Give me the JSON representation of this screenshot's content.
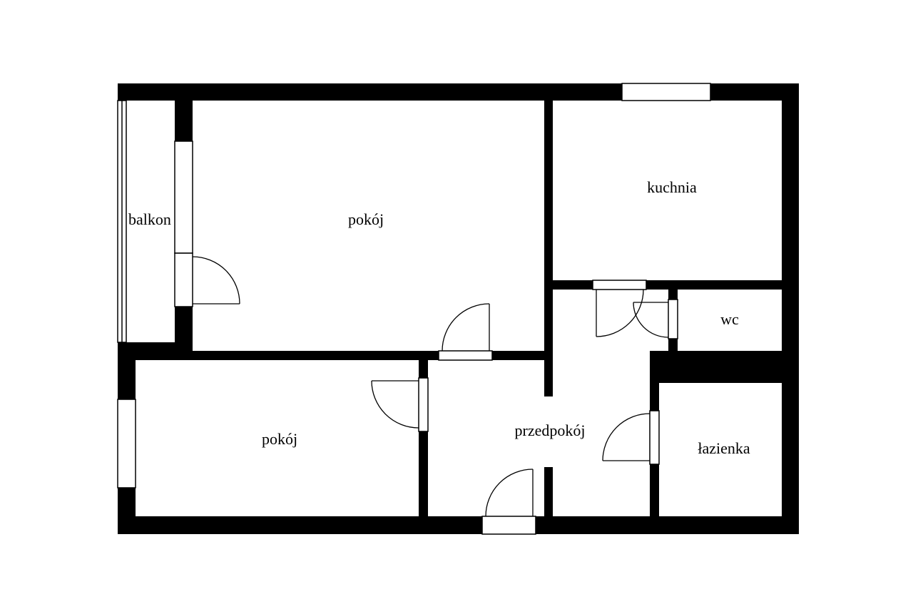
{
  "floor_plan": {
    "colors": {
      "walls": "#000000",
      "background": "#ffffff"
    },
    "rooms": {
      "balkon": "balkon",
      "pokoj_upper": "pokój",
      "kuchnia": "kuchnia",
      "wc": "wc",
      "pokoj_lower": "pokój",
      "przedpokoj": "przedpokój",
      "lazienka": "łazienka"
    }
  }
}
